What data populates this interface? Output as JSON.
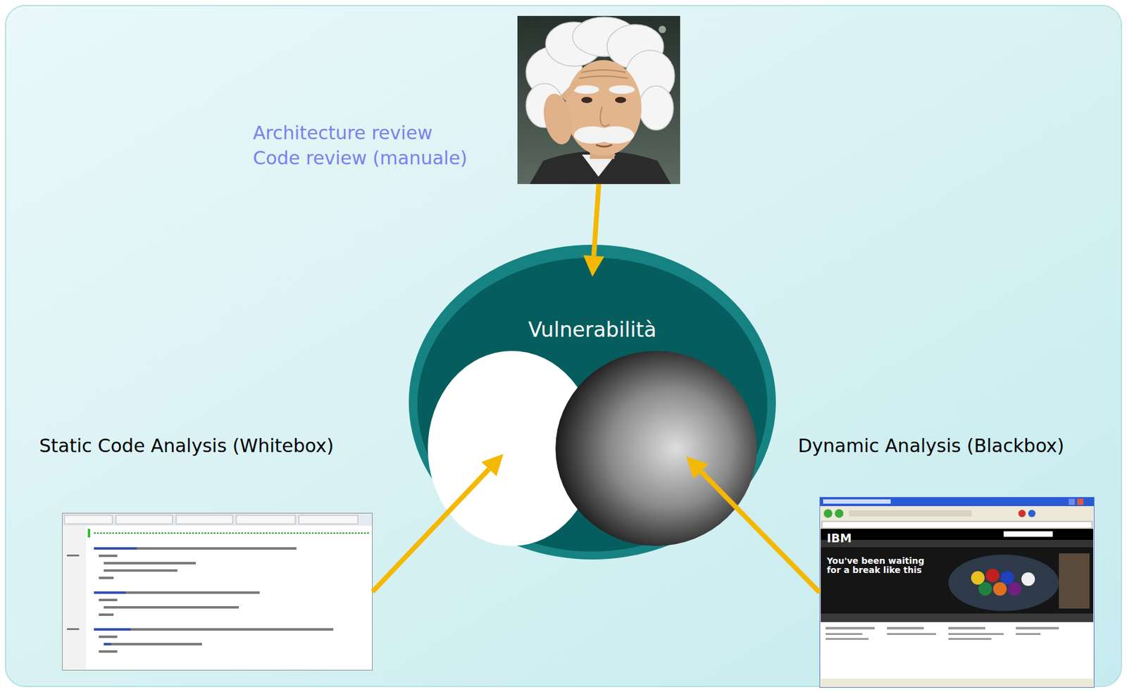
{
  "diagram": {
    "nodes": [
      {
        "text": [
          "Architecture review",
          "Code review (manuale)"
        ]
      },
      {
        "text": [
          "Vulnerabilità"
        ]
      },
      {
        "text": [
          "Static Code Analysis (Whitebox)"
        ]
      },
      {
        "text": [
          "Dynamic Analysis (Blackbox)"
        ]
      }
    ],
    "edges": [
      {
        "from": 0,
        "to": 1,
        "arrow": "to"
      },
      {
        "from": 2,
        "to": 1,
        "arrow": "to"
      },
      {
        "from": 3,
        "to": 1,
        "arrow": "to"
      }
    ],
    "labels": [
      "IBM",
      "You've been waiting for a break like this"
    ]
  }
}
